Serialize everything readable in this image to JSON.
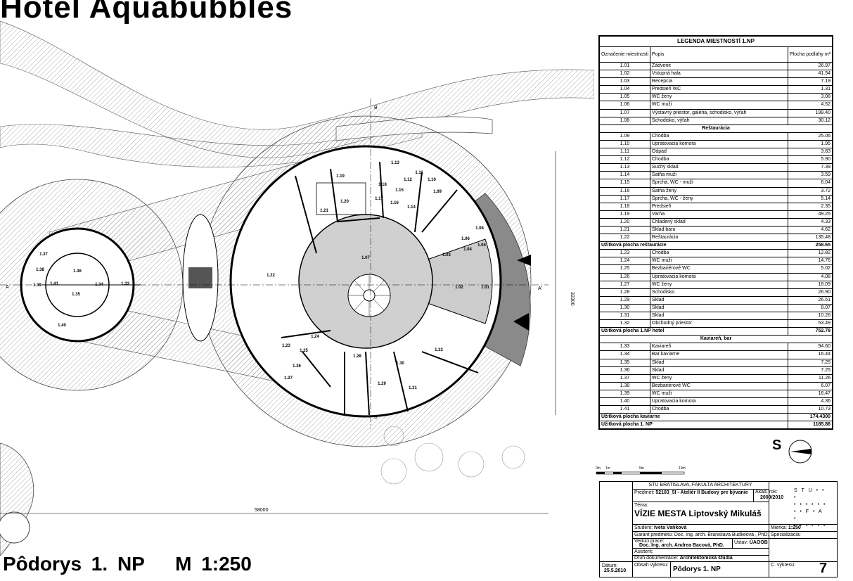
{
  "title": "Hotel Aquabubbles",
  "plan_title": "Pôdorys 1. NP",
  "plan_scale": "M 1:250",
  "plan_labels": {
    "section_marks": [
      "A",
      "A'",
      "B",
      "B'"
    ],
    "dim_width": "58000",
    "dim_height": "32300",
    "north": "S",
    "scale_bar": [
      "0m",
      "1m",
      "5m",
      "10m"
    ],
    "rooms": [
      "1.01",
      "1.02",
      "1.03",
      "1.04",
      "1.05",
      "1.06",
      "1.07",
      "1.08",
      "1.09",
      "1.10",
      "1.11",
      "1.12",
      "1.13",
      "1.14",
      "1.15",
      "1.16",
      "1.17",
      "1.18",
      "1.19",
      "1.20",
      "1.21",
      "1.22",
      "1.23",
      "1.24",
      "1.25",
      "1.26",
      "1.27",
      "1.28",
      "1.29",
      "1.30",
      "1.31",
      "1.32",
      "1.33",
      "1.34",
      "1.35",
      "1.36",
      "1.37",
      "1.38",
      "1.39",
      "1.40",
      "1.41"
    ]
  },
  "legend": {
    "title": "LEGENDA MIESTNOSTÍ 1.NP",
    "col_code": "Označenie miestnosti",
    "col_desc": "Popis",
    "col_area": "Plocha podlahy m²",
    "sections": [
      {
        "heading": "",
        "rows": [
          [
            "1.01",
            "Zádverie",
            "26.97"
          ],
          [
            "1.02",
            "Vstupná hala",
            "41.54"
          ],
          [
            "1.03",
            "Recepcia",
            "7.19"
          ],
          [
            "1.04",
            "Predsieň WC",
            "1.31"
          ],
          [
            "1.05",
            "WC ženy",
            "3.08"
          ],
          [
            "1.06",
            "WC muži",
            "4.52"
          ],
          [
            "1.07",
            "Výstavný priestor, galéria, schodisko, výťah",
            "199.40"
          ],
          [
            "1.08",
            "Schodisko, výťah",
            "30.12"
          ]
        ]
      },
      {
        "heading": "Reštaurácia",
        "rows": [
          [
            "1.09",
            "Chodba",
            "25.06"
          ],
          [
            "1.10",
            "Upratovacia komora",
            "1.95"
          ],
          [
            "1.11",
            "Odpad",
            "3.83"
          ],
          [
            "1.12",
            "Chodba",
            "5.90"
          ],
          [
            "1.13",
            "Suchý sklad",
            "7.39"
          ],
          [
            "1.14",
            "Šatňa muži",
            "3.59"
          ],
          [
            "1.15",
            "Sprcha, WC - muži",
            "6.04"
          ],
          [
            "1.16",
            "Šatňa ženy",
            "3.72"
          ],
          [
            "1.17",
            "Sprcha, WC - ženy",
            "5.14"
          ],
          [
            "1.18",
            "Predsieň",
            "2.35"
          ],
          [
            "1.19",
            "Varňa",
            "49.25"
          ],
          [
            "1.20",
            "Chladený sklad",
            "4.33"
          ],
          [
            "1.21",
            "Sklad baru",
            "4.62"
          ],
          [
            "1.22",
            "Reštaurácia",
            "135.48"
          ]
        ],
        "total_label": "Užitková plocha reštaurácie",
        "total": "258.65"
      },
      {
        "heading": "",
        "rows": [
          [
            "1.23",
            "Chodba",
            "12.82"
          ],
          [
            "1.24",
            "WC muži",
            "14.76"
          ],
          [
            "1.25",
            "Bezbariérové WC",
            "5.02"
          ],
          [
            "1.26",
            "Upratovacia komora",
            "4.08"
          ],
          [
            "1.27",
            "WC ženy",
            "18.09"
          ],
          [
            "1.28",
            "Schodisko",
            "26.90"
          ],
          [
            "1.29",
            "Sklad",
            "26.51"
          ],
          [
            "1.30",
            "Sklad",
            "8.07"
          ],
          [
            "1.31",
            "Sklad",
            "10.26"
          ],
          [
            "1.32",
            "Obchodný priestor",
            "53.49"
          ]
        ],
        "total_label": "Užitková plocha 1.NP hotel",
        "total": "752.78"
      },
      {
        "heading": "Kaviareň, bar",
        "rows": [
          [
            "1.33",
            "Kaviareň",
            "94.60"
          ],
          [
            "1.34",
            "Bar kaviarne",
            "16.44"
          ],
          [
            "1.35",
            "Sklad",
            "7.25"
          ],
          [
            "1.36",
            "Sklad",
            "7.25"
          ],
          [
            "1.37",
            "WC ženy",
            "11.26"
          ],
          [
            "1.38",
            "Bezbariérové WC",
            "6.07"
          ],
          [
            "1.39",
            "WC muži",
            "16.47"
          ],
          [
            "1.40",
            "Upratovacia komora",
            "4.36"
          ],
          [
            "1.41",
            "Chodba",
            "10.73"
          ]
        ],
        "total_label": "Užitková plocha kaviarne",
        "total": "174.4300"
      }
    ],
    "grand_total_label": "Užitková plocha 1. NP",
    "grand_total": "1185.86"
  },
  "title_block": {
    "school": "STU BRATISLAVA, FAKULTA ARCHITEKTÚRY",
    "subject_label": "Predmet:",
    "subject": "52103_5I - Ateliér II Budovy pre bývanie",
    "year_label": "Akad. rok:",
    "year": "2009/2010",
    "theme_label": "Téma:",
    "theme": "VÍZIE MESTA Liptovský Mikuláš",
    "student_label": "Študent:",
    "student": "Iveta Vaňková",
    "scale_label": "Mierka:",
    "scale": "1:250",
    "guarantor_label": "Garant predmetu:",
    "guarantor": "Doc. Ing. arch. Branislava Budkeová , PhD.",
    "spec_label": "Špecializácia:",
    "leader_label": "Vedúci práce:",
    "leader": "Doc. Ing. arch. Andrea Bacová, PhD.",
    "institute_label": "Ústav:",
    "institute": "ÚAOOB",
    "assistant_label": "Asistent:",
    "doc_type_label": "Druh dokumentácie:",
    "doc_type": "Architektonická štúdia",
    "date_label": "Dátum:",
    "date": "25.5.2010",
    "content_label": "Obsah výkresu:",
    "content": "Pôdorys 1. NP",
    "sheet_label": "Č. výkresu:",
    "sheet": "7",
    "logo": [
      "S",
      "T",
      "U",
      "F",
      "A"
    ]
  }
}
